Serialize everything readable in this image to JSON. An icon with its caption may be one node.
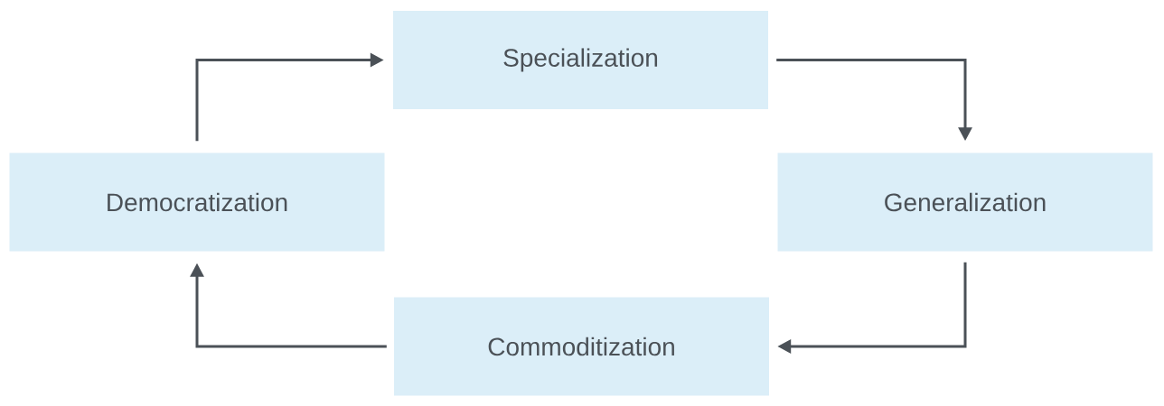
{
  "diagram": {
    "nodes": [
      {
        "text": [
          "Specialization"
        ]
      },
      {
        "text": [
          "Democratization"
        ]
      },
      {
        "text": [
          "Generalization"
        ]
      },
      {
        "text": [
          "Commoditization"
        ]
      }
    ],
    "edges": [
      {
        "from": 1,
        "to": 0,
        "arrow": "to"
      },
      {
        "from": 0,
        "to": 2,
        "arrow": "to"
      },
      {
        "from": 2,
        "to": 3,
        "arrow": "to"
      },
      {
        "from": 3,
        "to": 1,
        "arrow": "to"
      }
    ]
  }
}
